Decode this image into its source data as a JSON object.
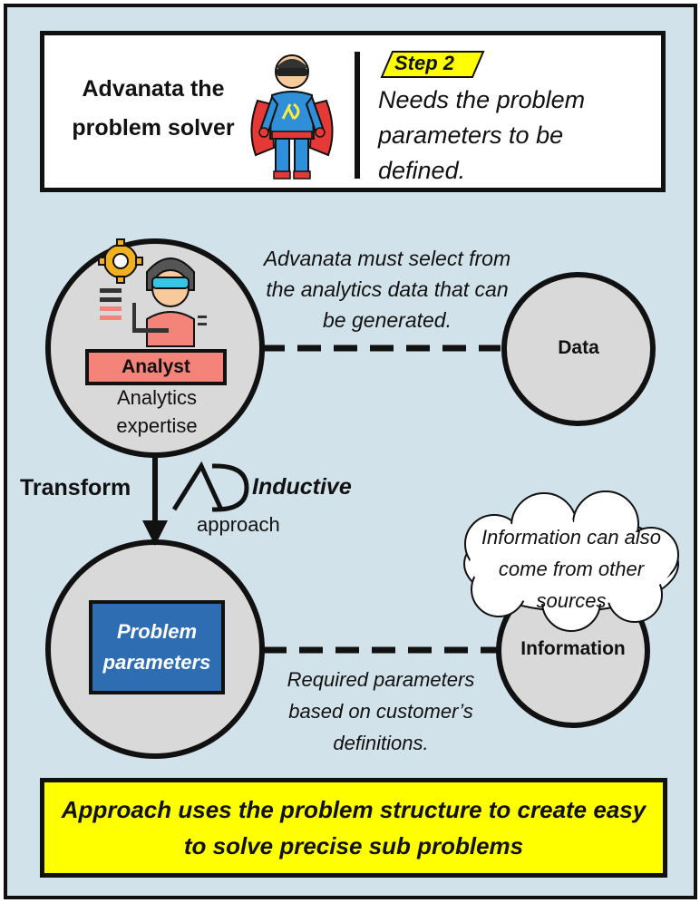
{
  "header": {
    "hero_title": "Advanata the problem solver",
    "hero_icon": "superhero-icon",
    "step_label": "Step 2",
    "step_description": "Needs the problem parameters to be defined."
  },
  "nodes": {
    "analyst": {
      "label": "Analyst",
      "sublabel": "Analytics expertise",
      "icon": "analyst-with-gear-icon"
    },
    "data": {
      "label": "Data"
    },
    "information": {
      "label": "Information"
    },
    "problem": {
      "label": "Problem parameters"
    }
  },
  "annotations": {
    "select_note": "Advanata must select from the analytics data that can be generated.",
    "cloud_note": "Information can also come from other sources",
    "param_note": "Required parameters based on customer’s definitions."
  },
  "transition": {
    "transform": "Transform",
    "logo": "AD",
    "inductive": "Inductive",
    "approach": "approach"
  },
  "footer": {
    "text": "Approach uses the problem structure to create easy to solve precise sub problems"
  },
  "colors": {
    "background": "#d2e2ea",
    "circle_fill": "#d9d9d9",
    "analyst_label": "#f4847a",
    "parameter_box": "#2e6db2",
    "footer": "#ffff00",
    "step_badge": "#ffff00"
  }
}
